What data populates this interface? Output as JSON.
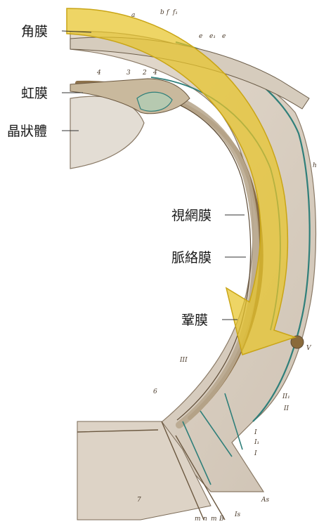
{
  "labels": {
    "cornea": "角膜",
    "iris": "虹膜",
    "lens": "晶狀體",
    "retina": "視網膜",
    "choroid": "脈絡膜",
    "sclera": "鞏膜"
  },
  "markings": {
    "a": "a",
    "b": "b",
    "f": "f",
    "f1": "f₁",
    "e": "e",
    "e1": "e₁",
    "e2": "e",
    "four": "4",
    "three": "3",
    "two": "2",
    "four_b": "4",
    "h": "h",
    "V": "V",
    "III": "III",
    "II1": "II₁",
    "II": "II",
    "six": "6",
    "I": "I",
    "I1": "I₁",
    "I2": "I",
    "seven": "7",
    "As": "As",
    "Is": "Is",
    "B": "B",
    "m": "m",
    "n": "n",
    "m2": "m"
  },
  "colors": {
    "arrow": "#e8c52a",
    "tissue": "#d9cfc2",
    "vessel": "#2f7f7a",
    "pigment": "#7a5a2e",
    "label_text": "#1a1a1a"
  }
}
